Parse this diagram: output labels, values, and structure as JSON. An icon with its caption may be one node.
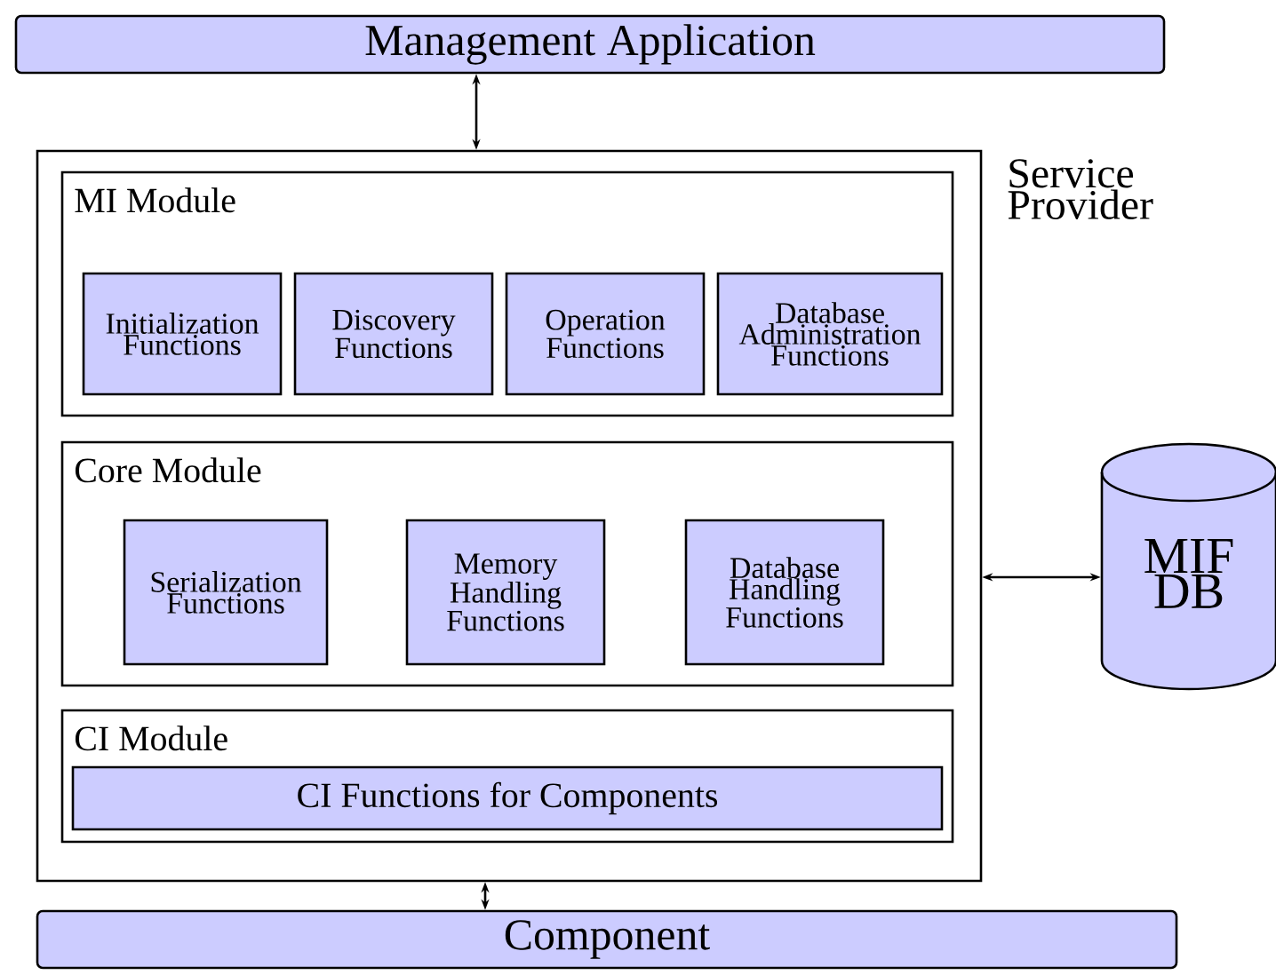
{
  "diagram": {
    "nodes": [
      {
        "text": [
          "Management Application"
        ]
      },
      {
        "text": [
          "Service Provider"
        ]
      },
      {
        "text": [
          "MI Module"
        ],
        "in": 1
      },
      {
        "text": [
          "Initialization Functions"
        ],
        "in": 2
      },
      {
        "text": [
          "Discovery Functions"
        ],
        "in": 2
      },
      {
        "text": [
          "Operation Functions"
        ],
        "in": 2
      },
      {
        "text": [
          "Database Administration Functions"
        ],
        "in": 2
      },
      {
        "text": [
          "Core Module"
        ],
        "in": 1
      },
      {
        "text": [
          "Serialization Functions"
        ],
        "in": 7
      },
      {
        "text": [
          "Memory Handling Functions"
        ],
        "in": 7
      },
      {
        "text": [
          "Database Handling Functions"
        ],
        "in": 7
      },
      {
        "text": [
          "CI Module"
        ],
        "in": 1
      },
      {
        "text": [
          "CI Functions for Components"
        ],
        "in": 11
      },
      {
        "text": [
          "Component"
        ]
      },
      {
        "text": [
          "MIF DB"
        ]
      }
    ],
    "edges": [
      {
        "from": 0,
        "to": 1,
        "arrow": "both"
      },
      {
        "from": 1,
        "to": 13,
        "arrow": "both"
      },
      {
        "from": 1,
        "to": 14,
        "arrow": "both"
      }
    ]
  }
}
